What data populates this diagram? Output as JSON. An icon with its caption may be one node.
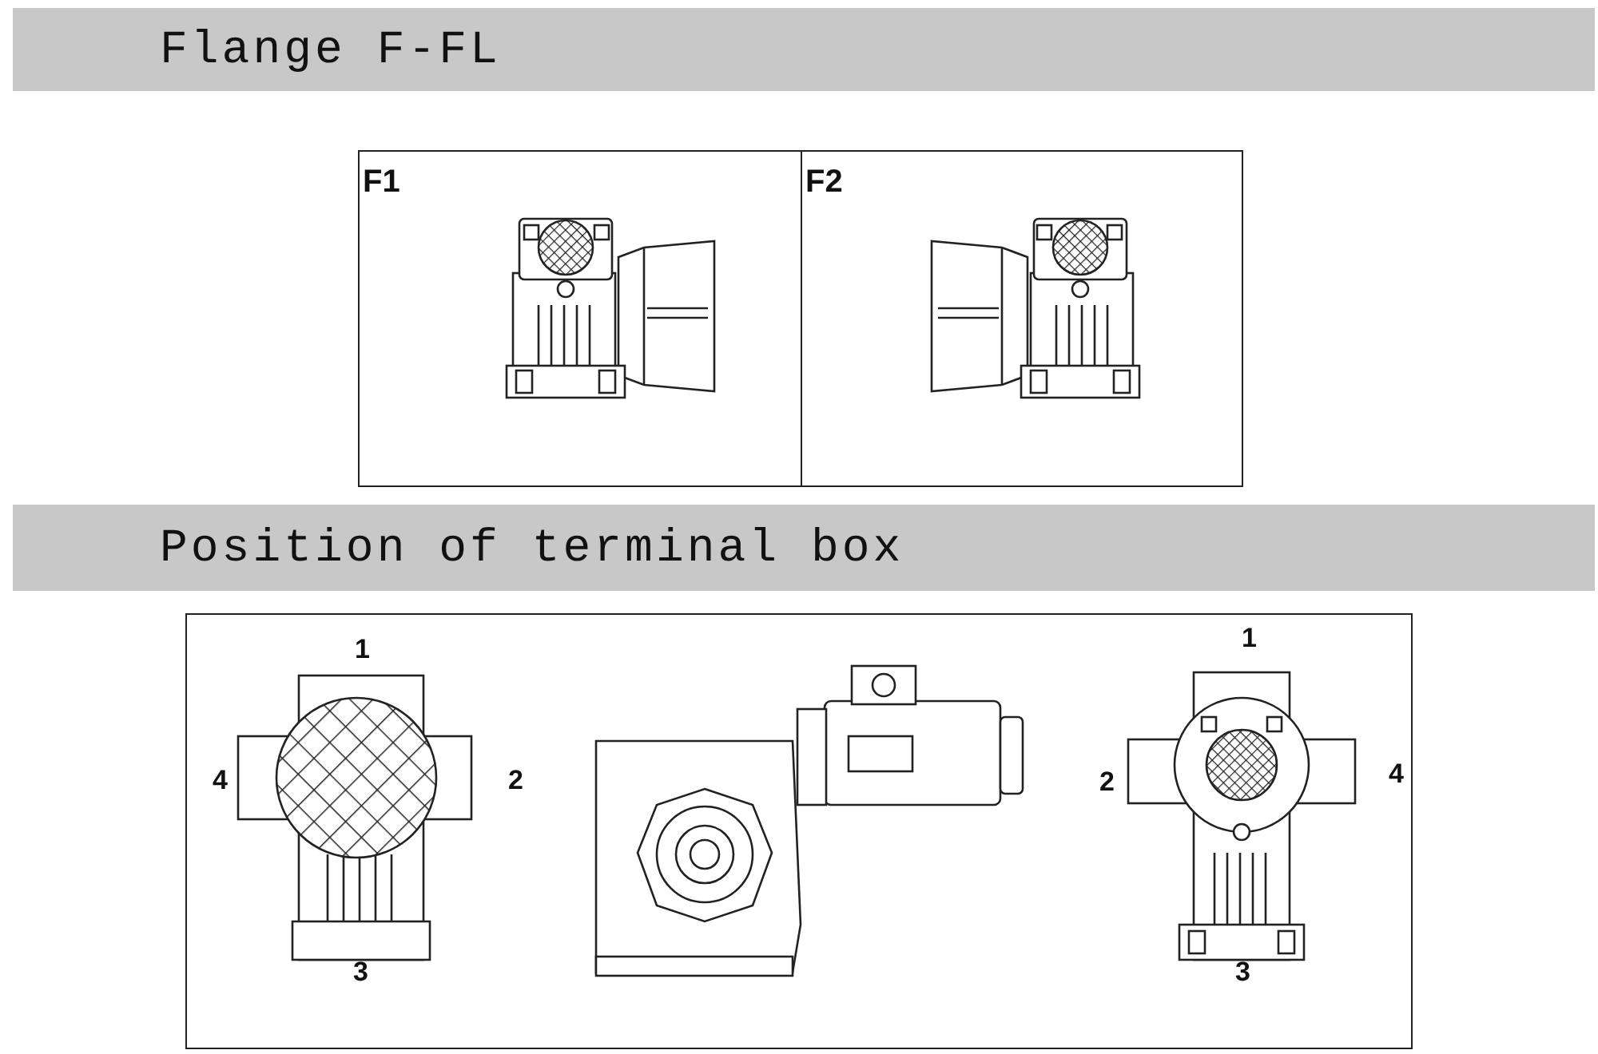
{
  "diagram": {
    "nodes": [
      {
        "text": [
          "Flange F-FL"
        ]
      },
      {
        "text": [
          "F1"
        ]
      },
      {
        "text": [
          "F2"
        ]
      },
      {
        "text": [
          "Position of terminal box"
        ]
      },
      {
        "text": [],
        "shape": "box"
      }
    ],
    "labels": [
      "1",
      "4",
      "2",
      "3",
      "1",
      "2",
      "4",
      "3"
    ]
  }
}
